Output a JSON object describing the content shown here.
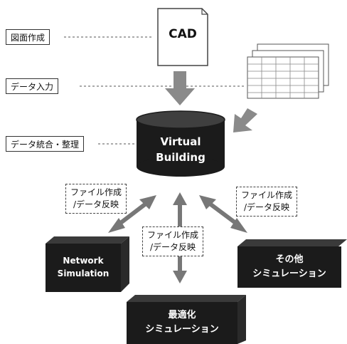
{
  "labels": {
    "drawing": "図面作成",
    "data_input": "データ入力",
    "data_integration": "データ統合・整理"
  },
  "cad": "CAD",
  "virtual_building": {
    "line1": "Virtual",
    "line2": "Building"
  },
  "file_exchange": {
    "left": "ファイル作成\n/データ反映",
    "center": "ファイル作成\n/データ反映",
    "right": "ファイル作成\n/データ反映"
  },
  "targets": {
    "network": "Network\nSimulation",
    "optimization": "最適化\nシミュレーション",
    "other": "その他\nシミュレーション"
  },
  "colors": {
    "dark": "#1b1b1b",
    "box_top": "#3a3a3a",
    "arrow_gray": "#8a8a8a"
  }
}
